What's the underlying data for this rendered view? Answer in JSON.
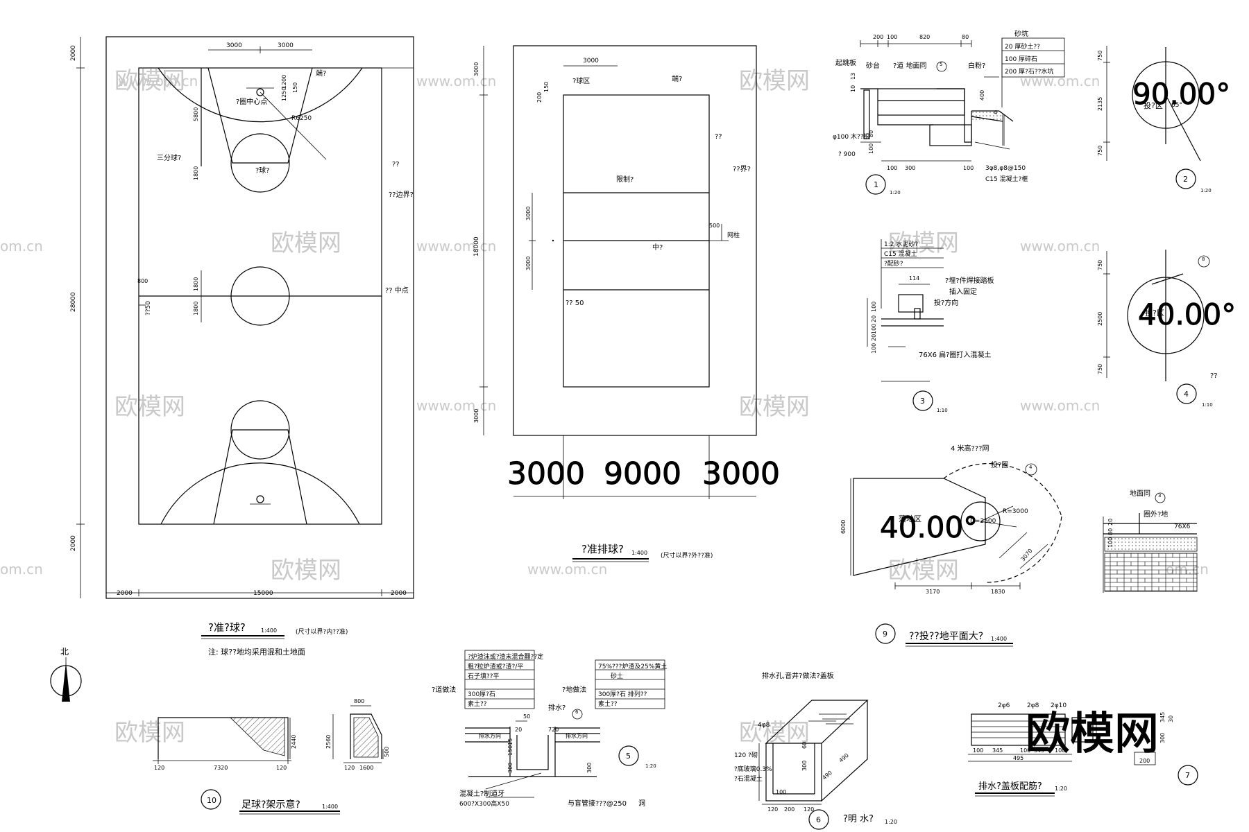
{
  "watermark": {
    "site": "www.om.cn",
    "site2": "om.cn",
    "logo": "欧模网"
  },
  "basketball": {
    "title": "?准?球?",
    "scale": "1:400",
    "note_dims": "(尺寸以界?内??准)",
    "note": "注: 球??地均采用混和土地面",
    "dim_top1": "3000",
    "dim_top2": "3000",
    "dim_left_top": "2000",
    "dim_left_mid": "28000",
    "dim_left_bot": "2000",
    "dim_bot_l": "2000",
    "dim_bot_m": "15000",
    "dim_bot_r": "2000",
    "d1200": "1200",
    "d1250": "1250",
    "d150": "150",
    "d5800": "5800",
    "d1800": "1800",
    "d1800b": "1800",
    "d1800c": "1800",
    "d800": "800",
    "d50": "??50",
    "lbl_end": "端?",
    "lbl_center_ring": "?圈中心点",
    "lbl_r": "R6250",
    "lbl_three": "三分球?",
    "lbl_ft": "?球?",
    "lbl_side": "??",
    "lbl_bound": "??边界?",
    "lbl_mid": "?? 中点"
  },
  "volleyball": {
    "title": "?准排球?",
    "scale": "1:400",
    "note_dims": "(尺寸以界?外??准)",
    "d3000": "3000",
    "d200": "200",
    "d150": "150",
    "lbl_serve": "?球区",
    "lbl_end": "端?",
    "lbl_side": "??",
    "lbl_bound": "??界?",
    "lbl_limit": "限制?",
    "lbl_500": "500",
    "lbl_post": "网柱",
    "lbl_mid": "中?",
    "lbl_50": "?? 50",
    "d3000a": "3000",
    "d18000": "18000",
    "d3000b": "3000",
    "d3000c": "3000",
    "d3000d": "3000",
    "big1": "3000",
    "big2": "9000",
    "big3": "3000"
  },
  "detail1": {
    "no": "1",
    "scale": "1:20",
    "d200": "200",
    "d100": "100",
    "d820": "820",
    "d80": "80",
    "lbl_board": "起跳板",
    "lbl_sand": "砂台",
    "lbl_road": "?道 地面同",
    "ref": "5",
    "lbl_white": "白粉?",
    "lbl_pit": "砂坑",
    "l1": "20  厚砂土??",
    "l2": "100 厚碎石",
    "l3": "200 厚?石??水坑",
    "lbl_wood": "φ100 木??根",
    "lbl_900": "?  900",
    "d100b": "100",
    "d300": "300",
    "d100c": "100",
    "lbl_bar": "3φ8,φ8@150",
    "lbl_c15": "C15  混凝土?框",
    "d400": "400",
    "d4": "4",
    "d10": "10",
    "d13": "13",
    "d80b": "80",
    "d100d": "100"
  },
  "detail2": {
    "no": "2",
    "scale": "1:20",
    "d750": "750",
    "d2135": "2135",
    "d750b": "750",
    "big": "90.00°",
    "lbl": "投?区",
    "deg": "65°"
  },
  "detail3": {
    "no": "3",
    "scale": "1:10",
    "l1": "1:2  水泥砂?",
    "l2": "C15  混凝土",
    "l3": "?配砂?",
    "d114": "114",
    "lbl_a": "?埋?件焊接踏板",
    "lbl_b": "插入固定",
    "lbl_c": "投?方向",
    "lbl_d": "76X6 扁?圈打入混凝土",
    "d100": "100",
    "d20": "20",
    "d100b": "100",
    "d20b": "20",
    "d100c": "100"
  },
  "detail4": {
    "no": "4",
    "scale": "1:10",
    "d750": "750",
    "d2500": "2500",
    "d750b": "750",
    "big": "40.00°",
    "lbl": "投?区",
    "ref": "8",
    "note": "??"
  },
  "detail9": {
    "no": "9",
    "title": "??投??地平面大?",
    "scale": "1:400",
    "lbl_net": "4 米高???网",
    "lbl_ring": "投?圈",
    "ref": "4",
    "lbl_zone": "落地区",
    "lbl_r": "R=3000",
    "lbl_d": "D=2500",
    "d6000": "6000",
    "d3170": "3170",
    "d1830": "1830",
    "d3070": "3070",
    "big": "40.00°"
  },
  "detail_ring": {
    "lbl_a": "地面同",
    "ref": "3",
    "lbl_b": "圈外?地",
    "lbl_c": "76X6",
    "d100": "100",
    "d80": "80",
    "d20": "20"
  },
  "detail10": {
    "no": "10",
    "title": "足球?架示意?",
    "scale": "1:400",
    "d120": "120",
    "d7320": "7320",
    "d120b": "120",
    "d2440": "2440",
    "d800": "800",
    "d2560": "2560",
    "d120c": "120",
    "d1600": "1600",
    "d500": "500"
  },
  "detail5": {
    "no": "5",
    "scale": "1:20",
    "l1": "?炉渣沫或?渣末混合翻??定",
    "l2": "粗?粒炉渣或?渣?/平",
    "l3": "石子填??平",
    "lbl_road": "?道做法",
    "r1": "300厚?石",
    "r2": "素土??",
    "m1": "75%???炉渣及25%黄土",
    "m2": "砂土",
    "m3": "300厚?石 排列??",
    "m4": "素土??",
    "lbl_ground": "?地做法",
    "lbl_drain": "排水?",
    "ref": "6",
    "lbl_dir1": "排水方向",
    "lbl_dir2": "排水方向",
    "d50": "50",
    "d20": "20",
    "d720": "720",
    "d15": "15",
    "d150": "150",
    "d300": "300",
    "d300b": "300",
    "lbl_conc": "混凝土?制道牙",
    "lbl_size": "600?X300高X50",
    "lbl_pipe": "与盲管接???@250",
    "lbl_hole": "洞"
  },
  "detail6": {
    "no": "6",
    "title": "?明  水?",
    "scale": "1:20",
    "lbl_top": "排水孔,音井?做法?盖板",
    "lbl_b1": "4φ8",
    "lbl_b2": "120 ?砌",
    "lbl_b3": "?底玻璃0.3%",
    "lbl_b4": "?石混凝土",
    "d120": "120",
    "d200": "200",
    "d120b": "120",
    "d60": "60",
    "d300": "300",
    "d490": "490",
    "d490b": "490",
    "d100": "100"
  },
  "detail7": {
    "no": "7",
    "title": "排水?盖板配筋?",
    "scale": "1:20",
    "d2f6": "2φ6",
    "d2f8": "2φ8",
    "d2f10": "2φ10",
    "d100": "100",
    "d345": "345",
    "d100b": "100",
    "d345b": "345",
    "d100c": "100",
    "d495": "495",
    "d200": "200",
    "d300": "300",
    "d345c": "345",
    "d30": "30"
  },
  "north": {
    "lbl": "北"
  }
}
